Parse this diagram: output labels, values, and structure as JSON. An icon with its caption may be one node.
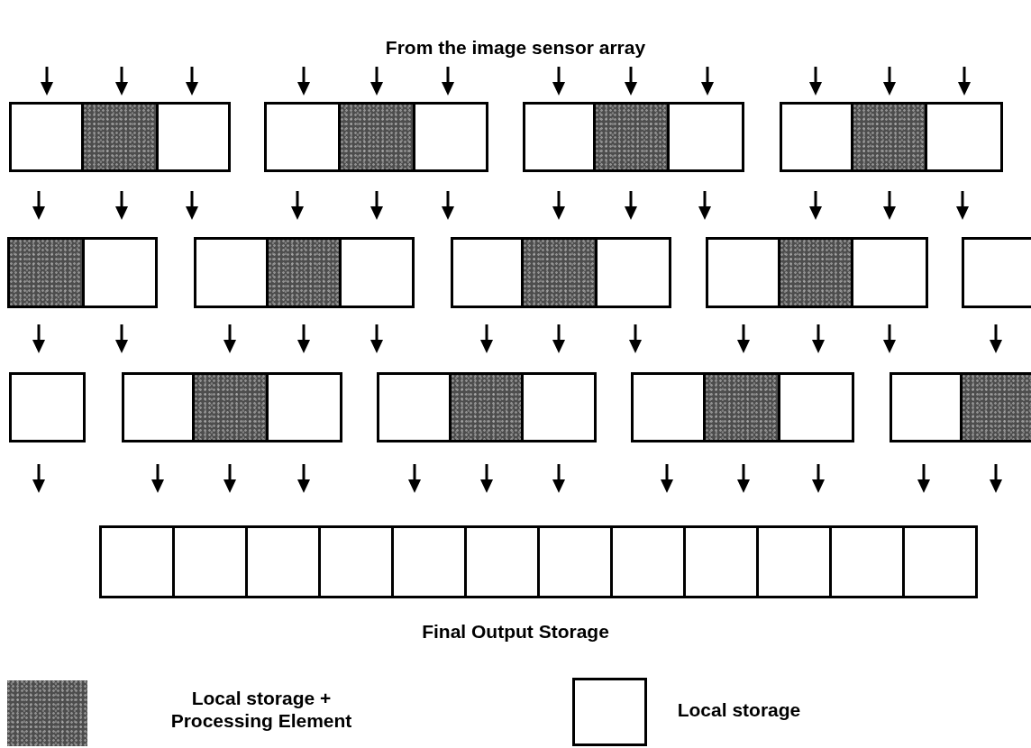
{
  "diagram": {
    "nodes": [
      {
        "text": [],
        "shape": "box"
      },
      {
        "text": [],
        "shape": "box"
      },
      {
        "text": [],
        "shape": "box"
      },
      {
        "text": [],
        "shape": "box"
      },
      {
        "text": [],
        "shape": "box"
      },
      {
        "text": [],
        "shape": "box"
      },
      {
        "text": [],
        "shape": "box"
      },
      {
        "text": [],
        "shape": "box"
      },
      {
        "text": [],
        "shape": "box"
      },
      {
        "text": [],
        "shape": "box"
      },
      {
        "text": [],
        "shape": "box"
      },
      {
        "text": [],
        "shape": "box"
      },
      {
        "text": [],
        "shape": "box"
      },
      {
        "text": [],
        "shape": "box"
      },
      {
        "text": [],
        "shape": "box"
      },
      {
        "text": [],
        "shape": "box"
      },
      {
        "text": [],
        "shape": "box"
      },
      {
        "text": [],
        "shape": "box"
      },
      {
        "text": [],
        "shape": "box"
      },
      {
        "text": [],
        "shape": "box"
      },
      {
        "text": [],
        "shape": "box"
      },
      {
        "text": [],
        "shape": "box"
      },
      {
        "text": [],
        "shape": "box"
      },
      {
        "text": [],
        "shape": "box"
      },
      {
        "text": [],
        "shape": "box"
      },
      {
        "text": [],
        "shape": "box"
      },
      {
        "text": [],
        "shape": "box"
      },
      {
        "text": [],
        "shape": "box"
      },
      {
        "text": [],
        "shape": "box"
      },
      {
        "text": [],
        "shape": "box"
      },
      {
        "text": [],
        "shape": "box"
      },
      {
        "text": [],
        "shape": "box"
      },
      {
        "text": [],
        "shape": "box"
      },
      {
        "text": [],
        "shape": "box"
      },
      {
        "text": [],
        "shape": "box"
      },
      {
        "text": [],
        "shape": "box"
      },
      {
        "text": [],
        "shape": "box"
      },
      {
        "text": [],
        "shape": "box"
      },
      {
        "text": [],
        "shape": "box"
      },
      {
        "text": [],
        "shape": "box"
      },
      {
        "text": [],
        "shape": "box"
      },
      {
        "text": [],
        "shape": "box"
      },
      {
        "text": [],
        "shape": "box"
      },
      {
        "text": [],
        "shape": "box"
      },
      {
        "text": [],
        "shape": "box"
      },
      {
        "text": [],
        "shape": "box"
      },
      {
        "text": [],
        "shape": "box"
      },
      {
        "text": [],
        "shape": "box"
      }
    ],
    "labels": [
      "From the image sensor array",
      "Final Output Storage"
    ],
    "legend": [
      {
        "text": "Local storage + Processing Element",
        "color": "#4d4d4d"
      },
      {
        "text": "Local storage",
        "color": "#ffffff"
      }
    ]
  }
}
